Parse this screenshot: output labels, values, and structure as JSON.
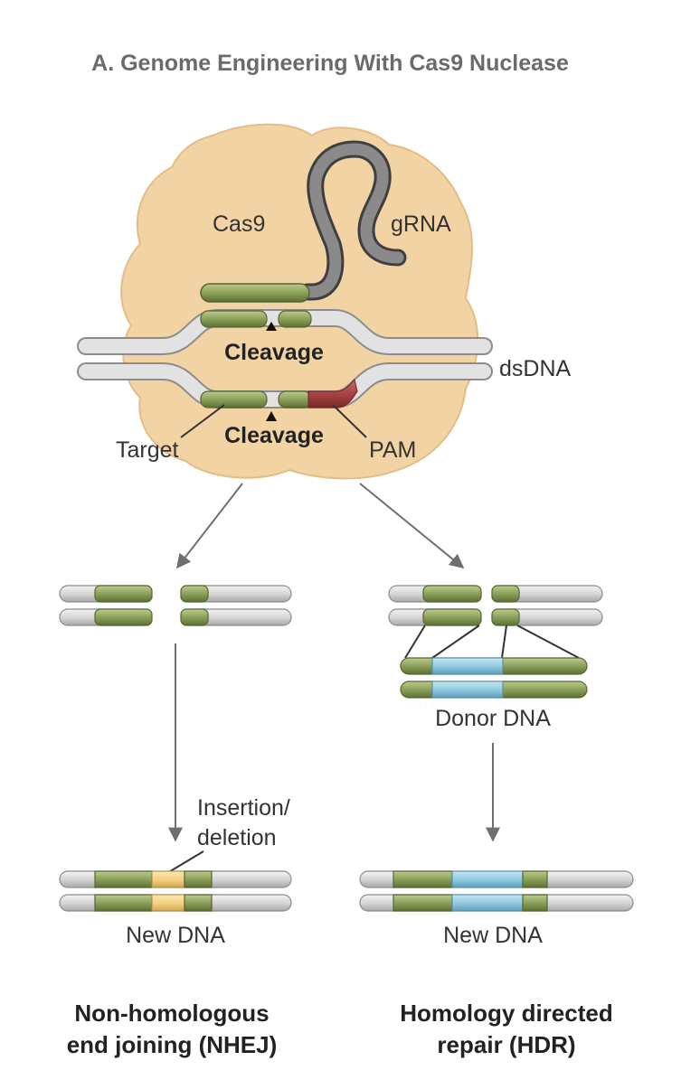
{
  "title": "A. Genome Engineering With Cas9 Nuclease",
  "labels": {
    "cas9": "Cas9",
    "grna": "gRNA",
    "dsdna": "dsDNA",
    "cleavage_top": "Cleavage",
    "cleavage_bottom": "Cleavage",
    "target": "Target",
    "pam": "PAM",
    "donor_dna": "Donor DNA",
    "insertion_line1": "Insertion/",
    "insertion_line2": "deletion",
    "new_dna_left": "New DNA",
    "new_dna_right": "New DNA"
  },
  "captions": {
    "nhej_line1": "Non-homologous",
    "nhej_line2": "end joining (NHEJ)",
    "hdr_line1": "Homology directed",
    "hdr_line2": "repair (HDR)"
  },
  "colors": {
    "protein": "#f2d3a4",
    "strand": "#d6d6d6",
    "target": "#8aa05a",
    "donor": "#8ec7e0",
    "indel": "#f2cf7e",
    "pam": "#a54040",
    "grna": "#6a6a6a",
    "arrow": "#6f6f6f"
  }
}
